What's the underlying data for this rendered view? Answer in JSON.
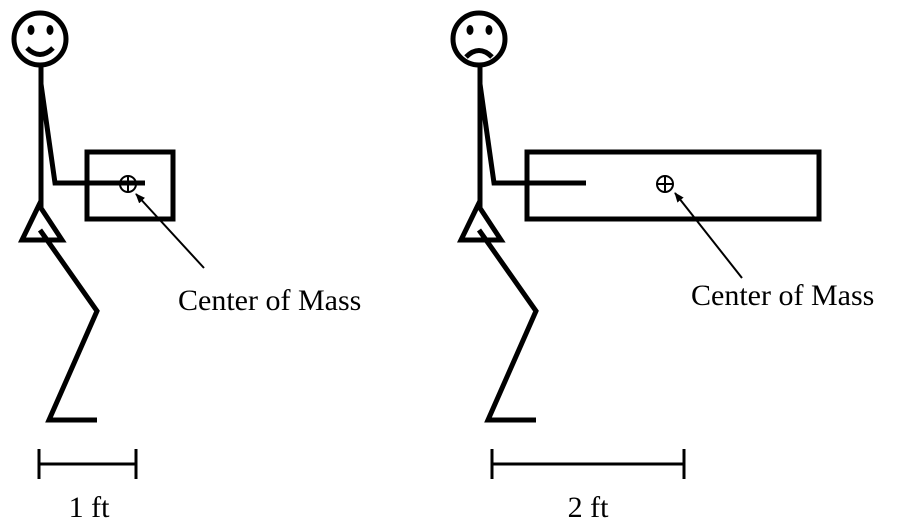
{
  "left_scene": {
    "com_label": "Center of Mass",
    "distance_label": "1 ft"
  },
  "right_scene": {
    "com_label": "Center of Mass",
    "distance_label": "2 ft"
  }
}
